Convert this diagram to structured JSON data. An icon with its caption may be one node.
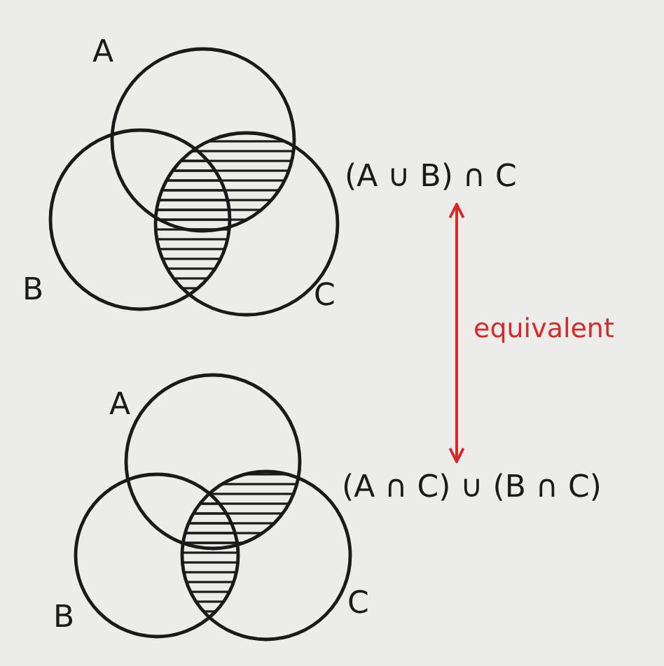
{
  "diagram": {
    "nodes": [
      {
        "text": [
          "(A ∪ B) ∩ C"
        ]
      },
      {
        "text": [
          "(A ∩ C) ∪ (B ∩ C)"
        ]
      }
    ],
    "edges": [
      {
        "from": 0,
        "to": 1,
        "arrow": "both",
        "label": "equivalent",
        "color": "#d42a2a"
      }
    ],
    "labels": [
      "A",
      "B",
      "C",
      "A",
      "B",
      "C"
    ]
  }
}
